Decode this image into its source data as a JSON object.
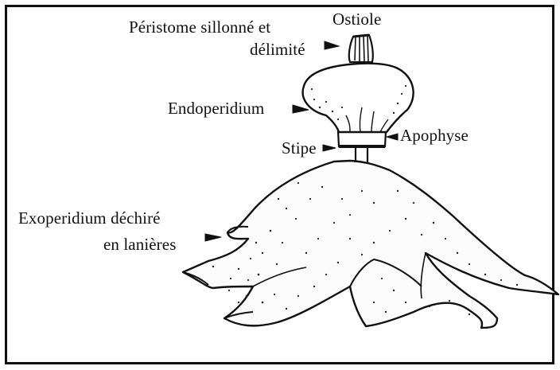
{
  "diagram": {
    "labels": {
      "ostiole": "Ostiole",
      "peristome_line1": "Péristome sillonné et",
      "peristome_line2": "délimité",
      "endoperidium": "Endoperidium",
      "apophyse": "Apophyse",
      "stipe": "Stipe",
      "exoperidium_line1": "Exoperidium déchiré",
      "exoperidium_line2": "en lanières"
    }
  }
}
